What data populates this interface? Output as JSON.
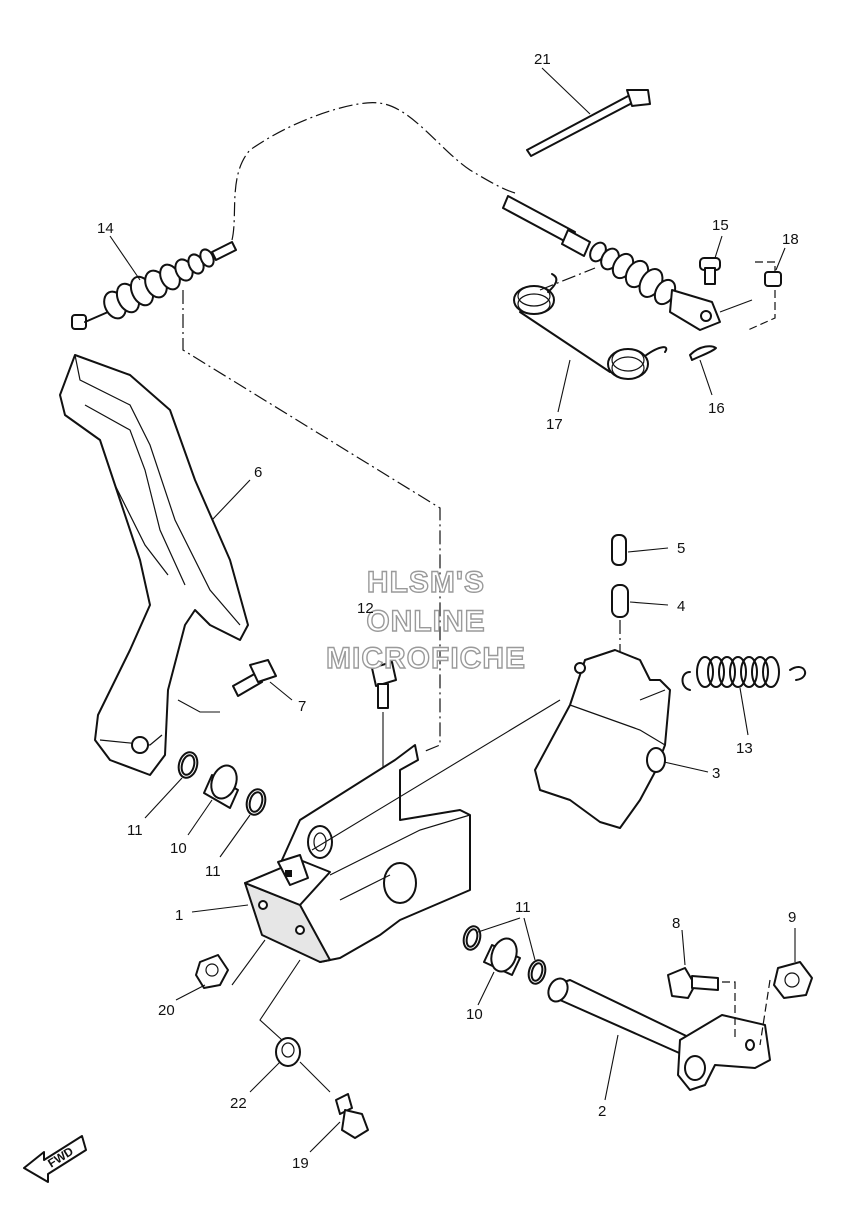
{
  "watermark": {
    "line1": "HLSM'S",
    "line2": "ONLINE",
    "line3": "MICROFICHE"
  },
  "direction_label": "FWD",
  "callouts": {
    "c1": "1",
    "c2": "2",
    "c3": "3",
    "c4": "4",
    "c5": "5",
    "c6": "6",
    "c7": "7",
    "c8": "8",
    "c9": "9",
    "c10a": "10",
    "c10b": "10",
    "c11a": "11",
    "c11b": "11",
    "c11c": "11",
    "c12": "12",
    "c13": "13",
    "c14": "14",
    "c15": "15",
    "c16": "16",
    "c17": "17",
    "c18": "18",
    "c19": "19",
    "c20": "20",
    "c21": "21",
    "c22": "22"
  }
}
